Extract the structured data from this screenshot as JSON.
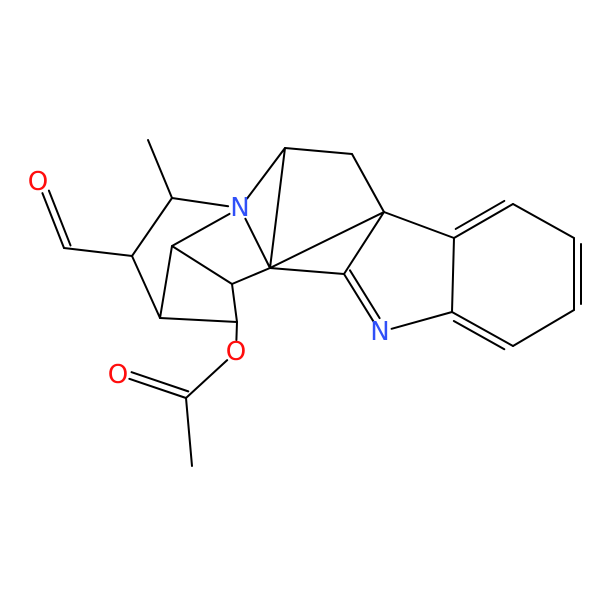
{
  "molecule": {
    "atoms": [
      {
        "id": "O1",
        "element": "O",
        "label": "O",
        "color": "#ff0d0d"
      },
      {
        "id": "N1",
        "element": "N",
        "label": "N",
        "color": "#3050f8"
      },
      {
        "id": "O2",
        "element": "O",
        "label": "O",
        "color": "#ff0d0d"
      },
      {
        "id": "O3",
        "element": "O",
        "label": "O",
        "color": "#ff0d0d"
      },
      {
        "id": "N2",
        "element": "N",
        "label": "N",
        "color": "#3050f8"
      }
    ],
    "bond_color": "#000000"
  }
}
